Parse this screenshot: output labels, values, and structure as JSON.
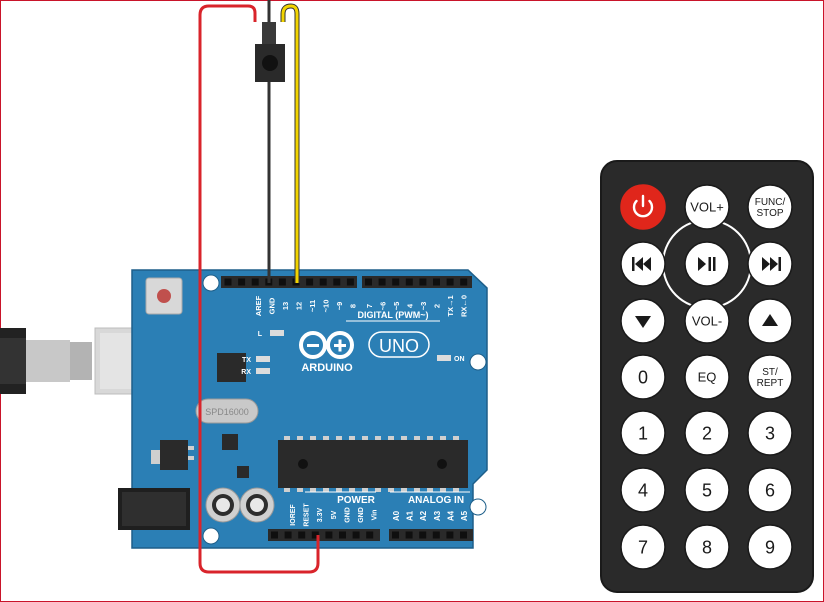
{
  "board": {
    "brand_text": "ARDUINO",
    "model_text": "UNO",
    "digital_label": "DIGITAL (PWM~)",
    "power_label": "POWER",
    "analog_label": "ANALOG IN",
    "on_label": "ON",
    "led_l_label": "L",
    "led_tx_label": "TX",
    "led_rx_label": "RX",
    "crystal_label": "SPD16000",
    "digital_pins": [
      "AREF",
      "GND",
      "13",
      "12",
      "~11",
      "~10",
      "~9",
      "8",
      "7",
      "~6",
      "~5",
      "4",
      "~3",
      "2",
      "TX→1",
      "RX←0"
    ],
    "power_pins": [
      "IOREF",
      "RESET",
      "3.3V",
      "5V",
      "GND",
      "GND",
      "Vin"
    ],
    "analog_pins": [
      "A0",
      "A1",
      "A2",
      "A3",
      "A4",
      "A5"
    ]
  },
  "remote": {
    "buttons": [
      {
        "name": "power-button",
        "label": "",
        "icon": "power-icon"
      },
      {
        "name": "vol-up-button",
        "label": "VOL+",
        "icon": ""
      },
      {
        "name": "func-stop-button",
        "label": "FUNC/ STOP",
        "icon": ""
      },
      {
        "name": "rewind-button",
        "label": "",
        "icon": "rewind-icon"
      },
      {
        "name": "play-pause-button",
        "label": "",
        "icon": "play-pause-icon"
      },
      {
        "name": "fast-forward-button",
        "label": "",
        "icon": "fast-forward-icon"
      },
      {
        "name": "down-button",
        "label": "",
        "icon": "down-arrow-icon"
      },
      {
        "name": "vol-down-button",
        "label": "VOL-",
        "icon": ""
      },
      {
        "name": "up-button",
        "label": "",
        "icon": "up-arrow-icon"
      },
      {
        "name": "digit-0-button",
        "label": "0",
        "icon": ""
      },
      {
        "name": "eq-button",
        "label": "EQ",
        "icon": ""
      },
      {
        "name": "st-rept-button",
        "label": "ST/ REPT",
        "icon": ""
      },
      {
        "name": "digit-1-button",
        "label": "1",
        "icon": ""
      },
      {
        "name": "digit-2-button",
        "label": "2",
        "icon": ""
      },
      {
        "name": "digit-3-button",
        "label": "3",
        "icon": ""
      },
      {
        "name": "digit-4-button",
        "label": "4",
        "icon": ""
      },
      {
        "name": "digit-5-button",
        "label": "5",
        "icon": ""
      },
      {
        "name": "digit-6-button",
        "label": "6",
        "icon": ""
      },
      {
        "name": "digit-7-button",
        "label": "7",
        "icon": ""
      },
      {
        "name": "digit-8-button",
        "label": "8",
        "icon": ""
      },
      {
        "name": "digit-9-button",
        "label": "9",
        "icon": ""
      }
    ]
  },
  "colors": {
    "board": "#2b7fb5",
    "board_dark": "#1e5f8a",
    "remote_body": "#2a2a2a",
    "power_red": "#e0261b",
    "wire_red": "#d9242b",
    "wire_black": "#333333",
    "wire_yellow": "#f2d400"
  }
}
